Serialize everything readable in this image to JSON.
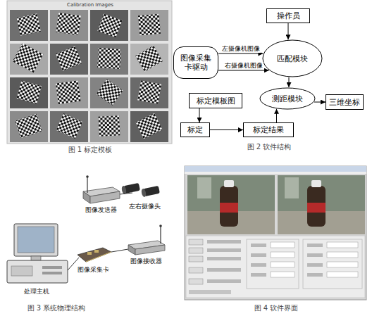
{
  "diagram": {
    "nodes": [
      {
        "text": [
          "操作员"
        ]
      },
      {
        "text": [
          "图像采集卡驱动"
        ]
      },
      {
        "text": [
          "匹配模块"
        ]
      },
      {
        "text": [
          "测距模块"
        ]
      },
      {
        "text": [
          "三维坐标"
        ]
      },
      {
        "text": [
          "标定模板图"
        ]
      },
      {
        "text": [
          "标定"
        ]
      },
      {
        "text": [
          "标定结果"
        ]
      }
    ],
    "edges": [
      {
        "from": 0,
        "to": 2,
        "arrow": "to"
      },
      {
        "from": 1,
        "to": 2,
        "label": "左摄像机图像",
        "arrow": "to"
      },
      {
        "from": 1,
        "to": 2,
        "label": "右摄像机图像",
        "arrow": "to"
      },
      {
        "from": 2,
        "to": 3,
        "arrow": "to"
      },
      {
        "from": 3,
        "to": 4,
        "arrow": "to"
      },
      {
        "from": 5,
        "to": 6,
        "arrow": "to"
      },
      {
        "from": 6,
        "to": 7,
        "arrow": "to"
      },
      {
        "from": 7,
        "to": 3,
        "arrow": "to"
      }
    ],
    "labels": [
      "Calibration Images",
      "图 1 标定模板",
      "图 2 软件结构",
      "左右摄像头",
      "图像发送器",
      "图像采集卡",
      "图像接收器",
      "处理主机",
      "图 3 系统物理结构",
      "图 4 软件界面"
    ]
  }
}
